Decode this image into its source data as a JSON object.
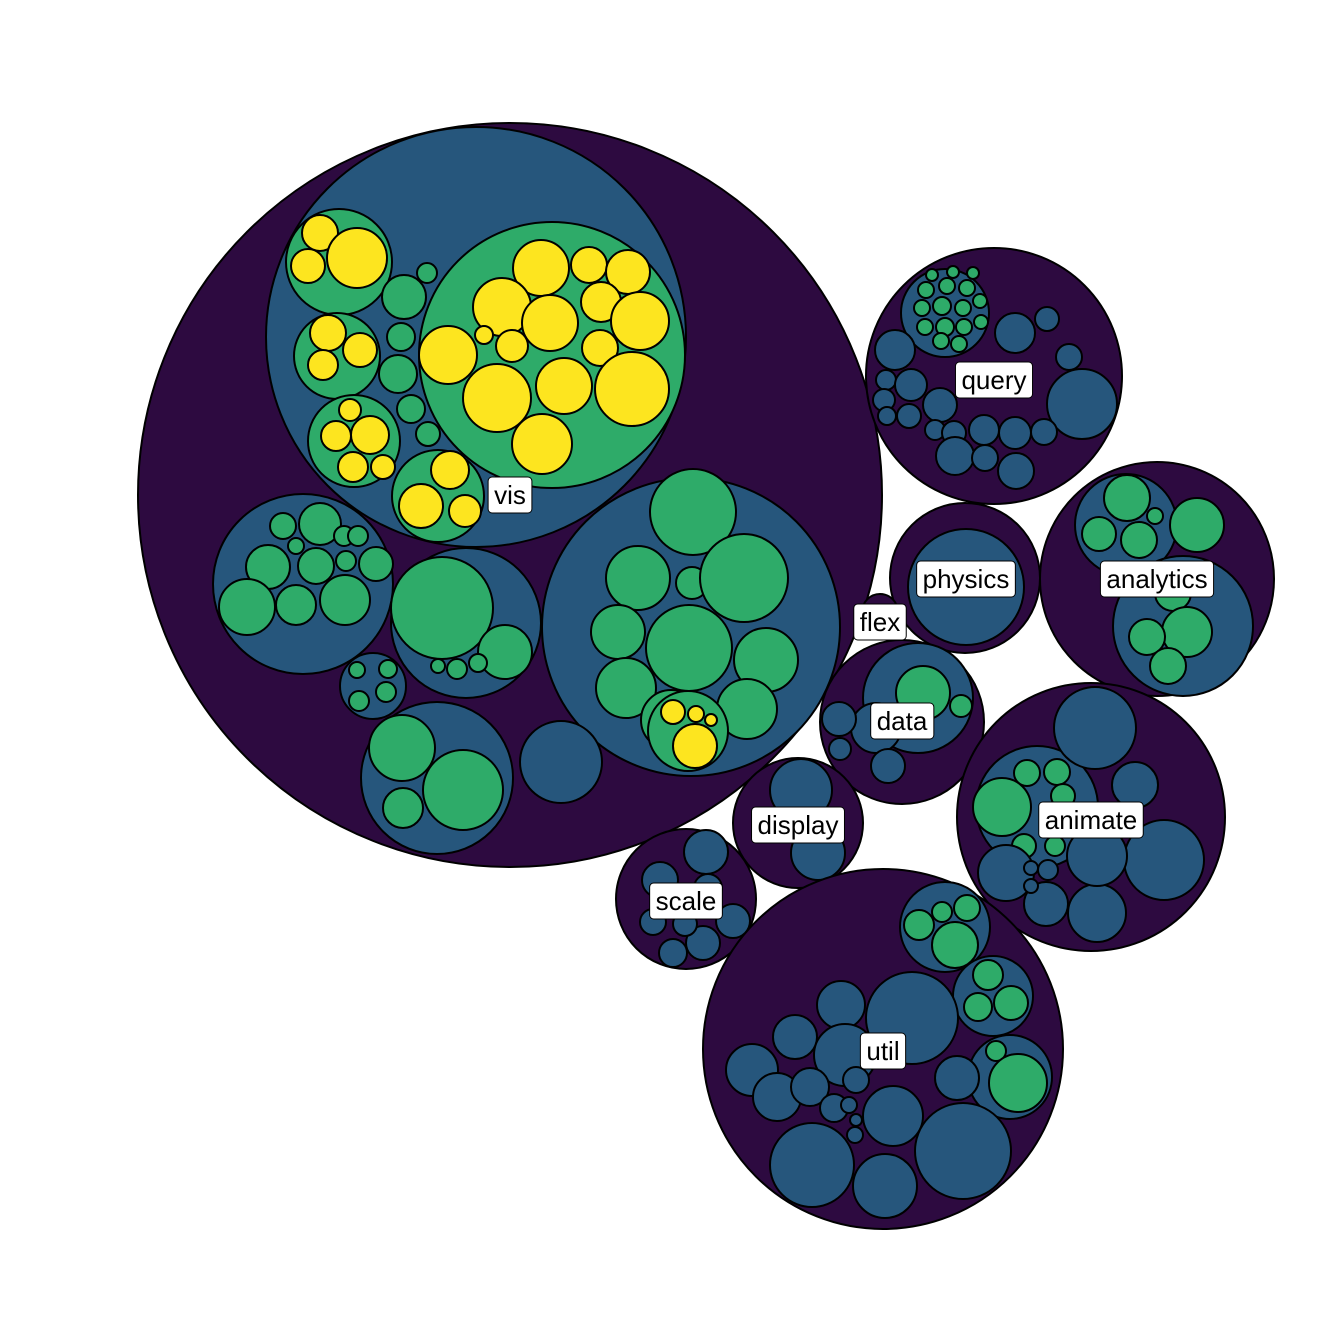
{
  "chart_data": {
    "type": "circle-packing",
    "legend": "none",
    "depth_colors": {
      "1": "#2d0a40",
      "2": "#26567c",
      "3": "#2eab69",
      "4": "#fde51f"
    },
    "labels": [
      "vis",
      "query",
      "physics",
      "analytics",
      "flex",
      "data",
      "animate",
      "display",
      "scale",
      "util"
    ]
  }
}
